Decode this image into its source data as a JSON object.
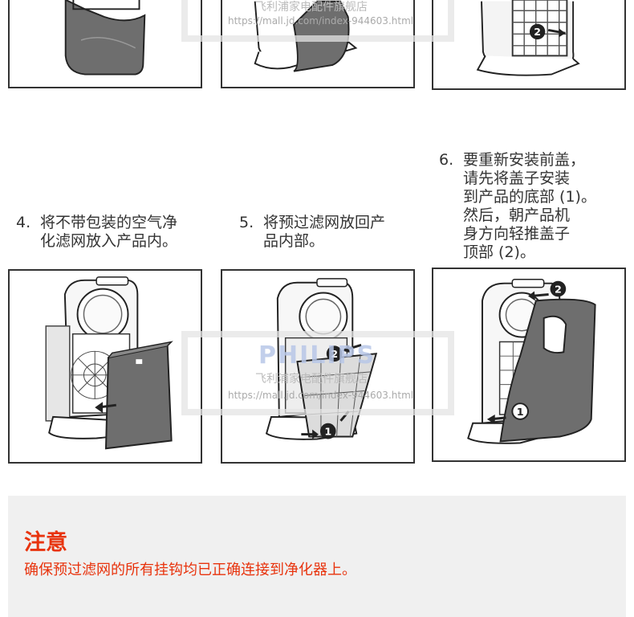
{
  "steps": [
    {
      "number": "4.",
      "text": "将不带包装的空气净\n化滤网放入产品内。"
    },
    {
      "number": "5.",
      "text": "将预过滤网放回产\n品内部。"
    },
    {
      "number": "6.",
      "text": "要重新安装前盖，\n请先将盖子安装\n到产品的底部 (1)。\n然后，朝产品机\n身方向轻推盖子\n顶部 (2)。"
    }
  ],
  "callouts": {
    "one": "1",
    "two": "2"
  },
  "notice": {
    "title": "注意",
    "text": "确保预过滤网的所有挂钩均已正确连接到净化器上。"
  },
  "watermark": {
    "logo": "PHILIPS",
    "store": "飞利浦家电配件旗舰店",
    "url": "https://mall.jd.com/index-944603.html"
  },
  "colors": {
    "accent": "#e8330d",
    "notice_bg": "#f0f0f0",
    "frame": "#333333"
  },
  "icons": [
    "number-badge-icon",
    "push-arrow-icon"
  ]
}
